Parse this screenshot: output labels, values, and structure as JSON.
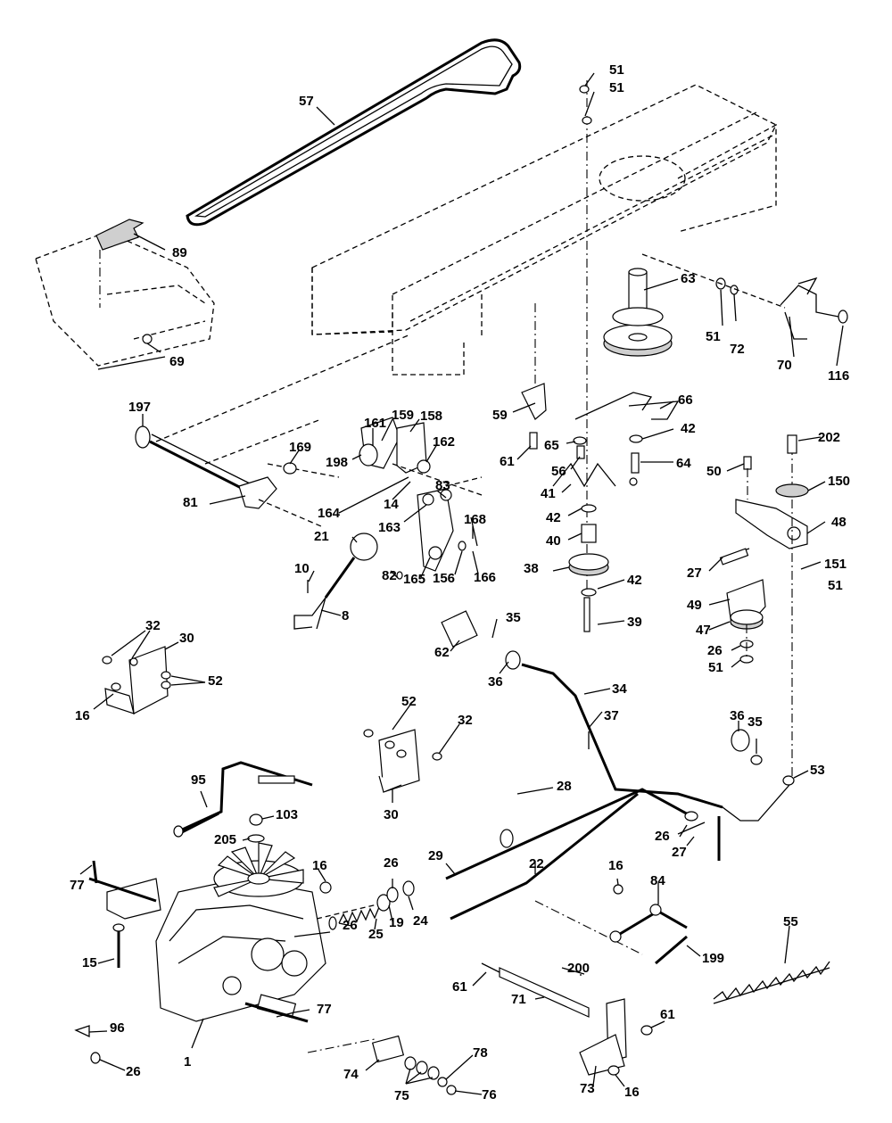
{
  "labels": [
    "57",
    "51",
    "51",
    "89",
    "63",
    "69",
    "51",
    "72",
    "70",
    "116",
    "197",
    "161",
    "159",
    "158",
    "169",
    "198",
    "162",
    "59",
    "66",
    "65",
    "42",
    "64",
    "61",
    "56",
    "41",
    "81",
    "14",
    "164",
    "163",
    "83",
    "168",
    "42",
    "40",
    "202",
    "150",
    "50",
    "21",
    "82",
    "165",
    "156",
    "166",
    "38",
    "42",
    "48",
    "39",
    "27",
    "151",
    "51",
    "10",
    "49",
    "8",
    "35",
    "47",
    "26",
    "62",
    "51",
    "32",
    "30",
    "36",
    "52",
    "34",
    "16",
    "37",
    "36",
    "52",
    "32",
    "35",
    "53",
    "95",
    "30",
    "28",
    "103",
    "205",
    "26",
    "27",
    "16",
    "29",
    "22",
    "84",
    "77",
    "26",
    "16",
    "55",
    "24",
    "15",
    "25",
    "19",
    "26",
    "199",
    "200",
    "61",
    "71",
    "61",
    "96",
    "77",
    "78",
    "26",
    "1",
    "74",
    "75",
    "76",
    "73",
    "16"
  ]
}
